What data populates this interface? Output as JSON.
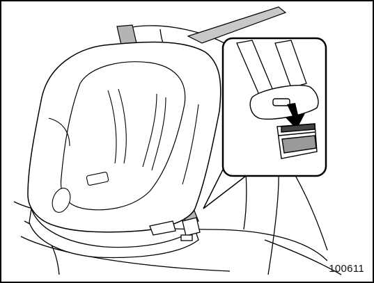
{
  "figure": {
    "number": "100611",
    "subject": "child-seat-installed-with-seat-belt",
    "detail_inset": "seat-belt-tongue-inserting-into-buckle"
  },
  "colors": {
    "line": "#000000",
    "belt_fill": "#b4b4b4",
    "background": "#ffffff"
  }
}
